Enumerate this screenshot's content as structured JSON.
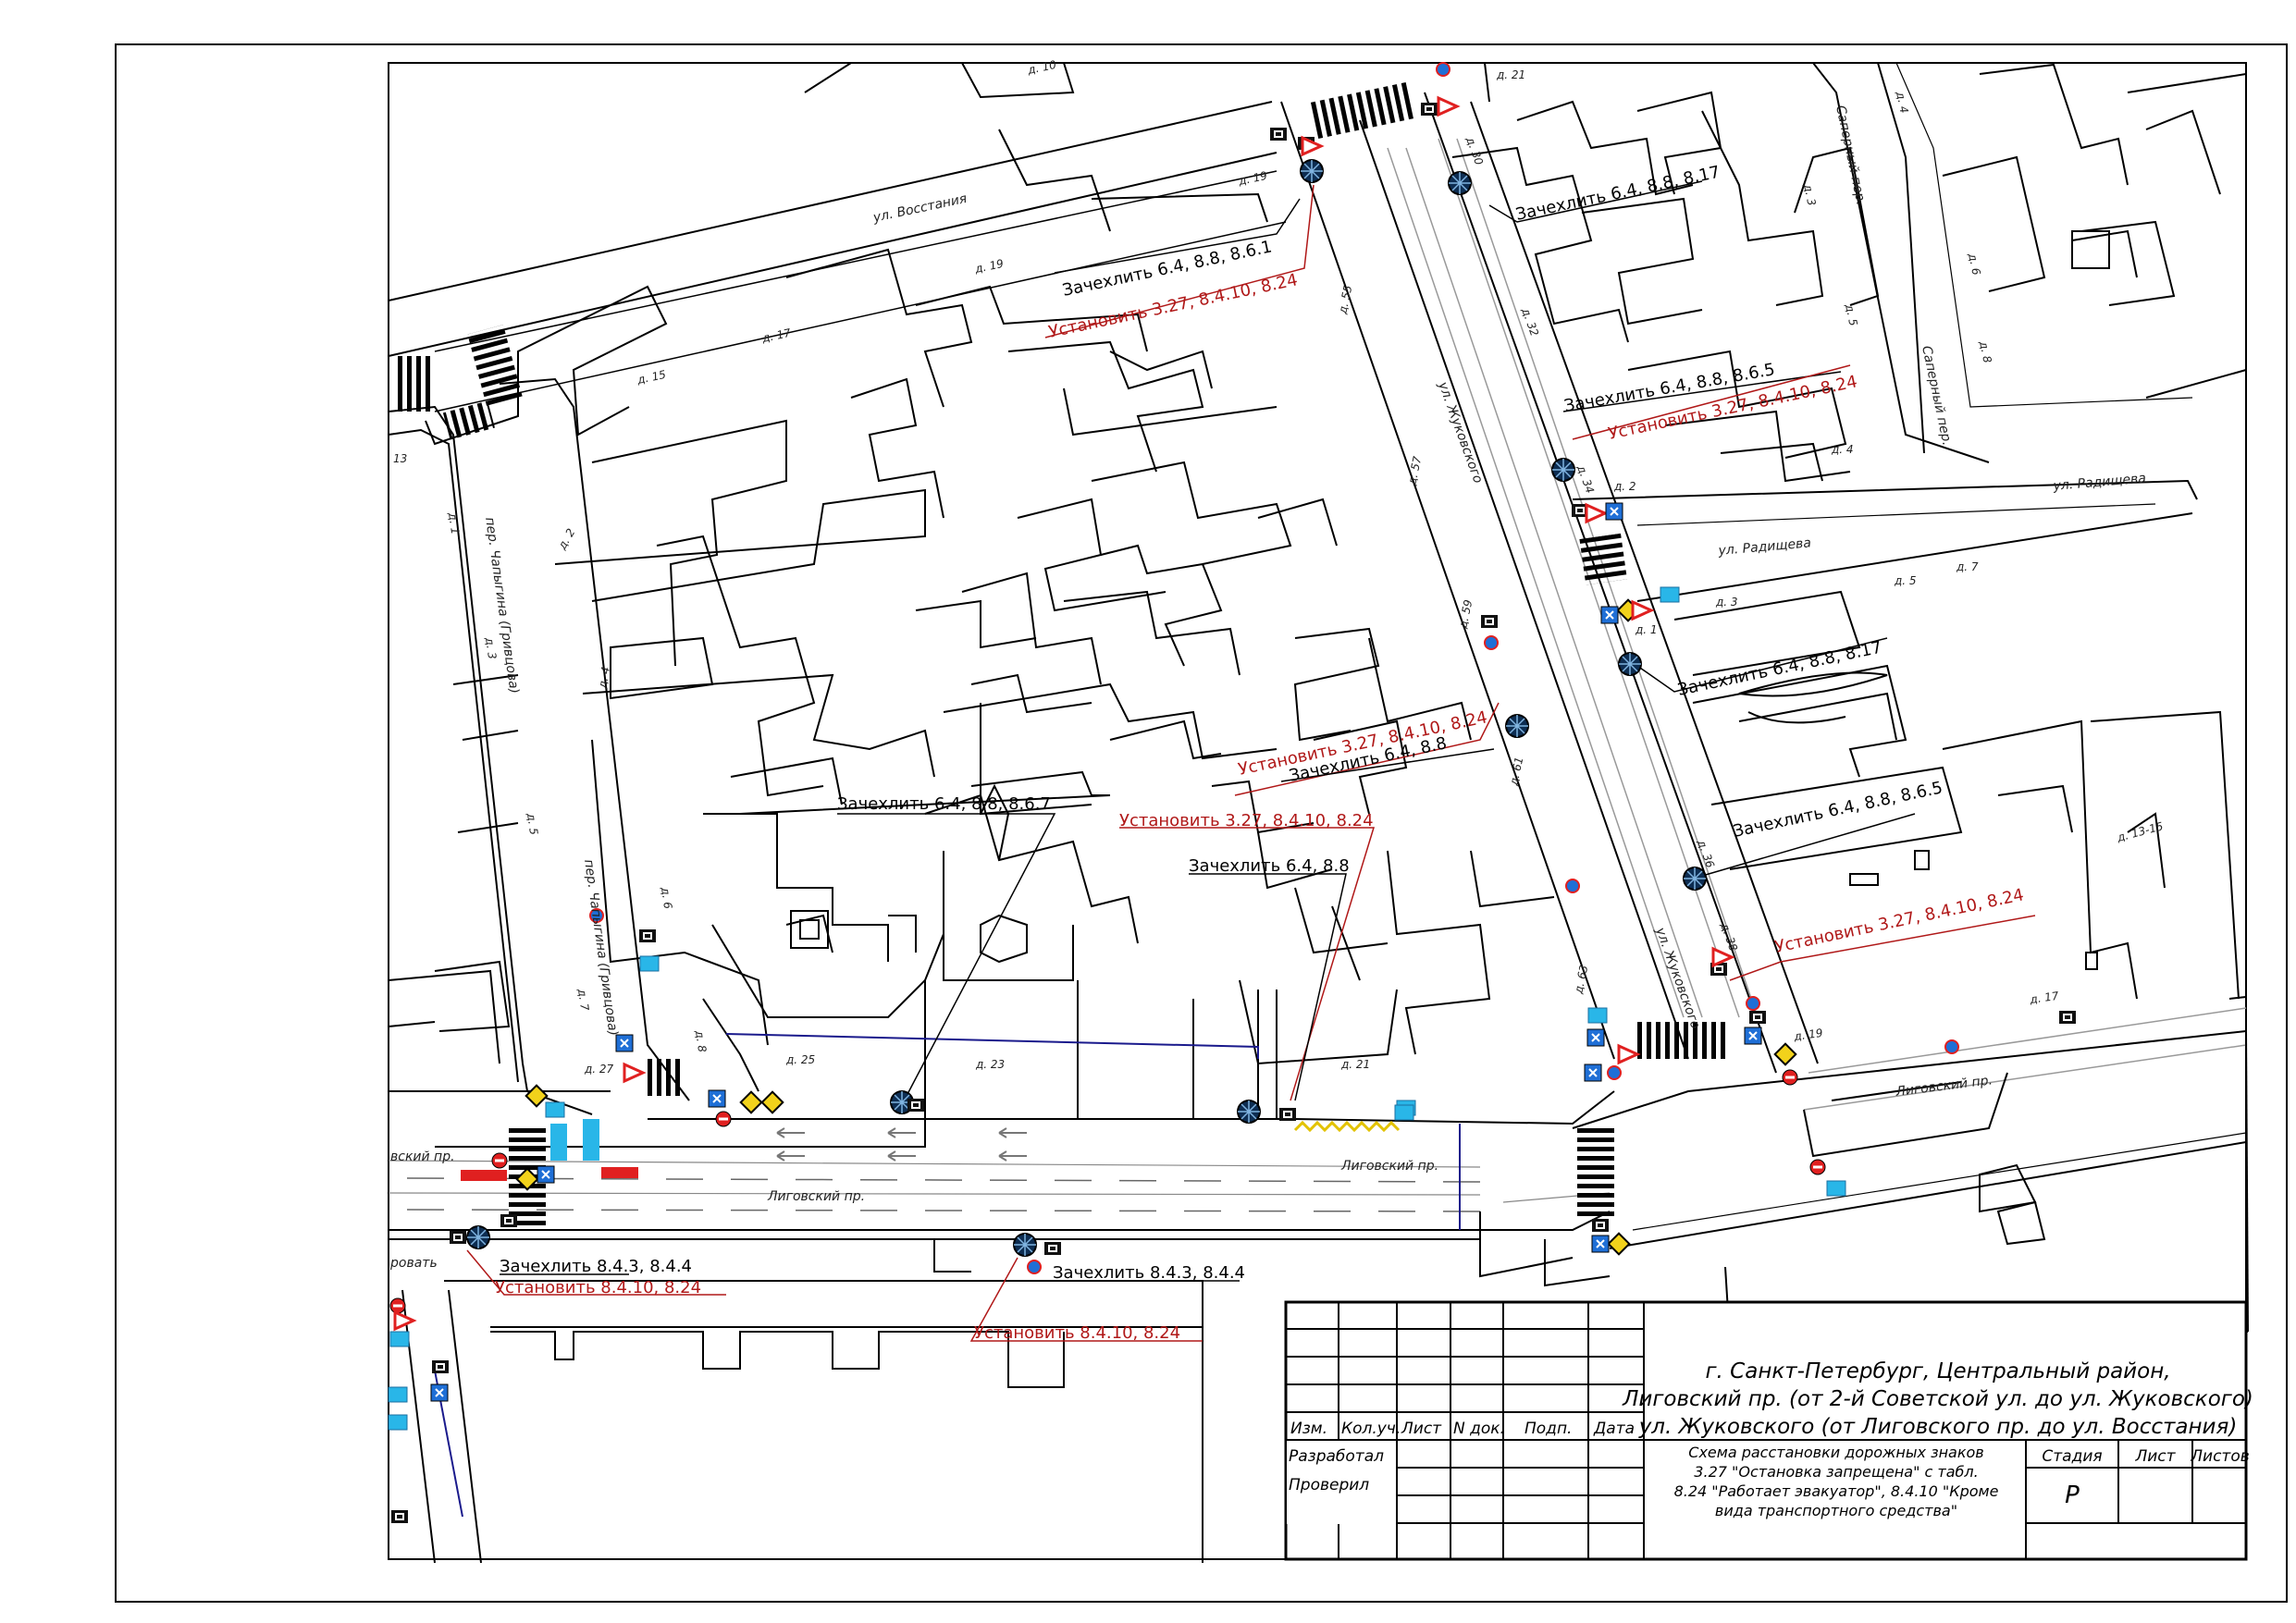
{
  "streets": {
    "vosstaniya": "ул. Восстания",
    "zhukovskogo_1": "ул. Жуковского",
    "zhukovskogo_2": "ул. Жуковского",
    "radishcheva_1": "ул. Радищева",
    "radishcheva_2": "ул. Радищева",
    "ligovsky_1": "Лиговский пр.",
    "ligovsky_2": "Лиговский пр.",
    "ligovsky_3": "Лиговский пр.",
    "ligovsky_4": "вский пр.",
    "chapygina_1": "пер. Чапыгина (Гривцова)",
    "chapygina_2": "пер. Чапыгина (Гривцова)",
    "sapyorny_1": "Саперный пер.",
    "sapyorny_2": "Саперный пер.",
    "sovetskaya_frag": "ровать"
  },
  "houses": {
    "h_10": "д. 10",
    "h_21a": "д. 21",
    "h_19a": "д. 19",
    "h_19b": "д. 19",
    "h_17": "д. 17",
    "h_15": "д. 15",
    "h_13": "13",
    "h_1": "д. 1",
    "h_2a": "д. 2",
    "h_3a": "д. 3",
    "h_4a": "д. 4",
    "h_5a": "д. 5",
    "h_7a": "д. 7",
    "h_55": "д. 55",
    "h_57": "д. 57",
    "h_59": "д. 59",
    "h_61": "д. 61",
    "h_63": "д. 63",
    "h_30": "д. 30",
    "h_32": "д. 32",
    "h_34": "д. 34",
    "h_36": "д. 36",
    "h_38": "д. 38",
    "h_4b": "д. 4",
    "h_3b": "д. 3",
    "h_5b": "д. 5",
    "h_4c": "д. 4",
    "h_6a": "д. 6",
    "h_8a": "д. 8",
    "h_2b": "д. 2",
    "h_3c": "д. 3",
    "h_5c": "д. 5",
    "h_7b": "д. 7",
    "h_1b": "д. 1",
    "h_13_15": "д. 13-15",
    "h_17b": "д. 17",
    "h_19c": "д. 19",
    "h_27": "д. 27",
    "h_25": "д. 25",
    "h_23": "д. 23",
    "h_21b": "д. 21",
    "h_6b": "д. 6",
    "h_8b": "д. 8"
  },
  "notes": {
    "n1_cover": "Зачехлить 6.4, 8.8, 8.6.1",
    "n1_install": "Установить 3.27, 8.4.10, 8.24",
    "n2_cover": "Зачехлить 6.4, 8.8, 8.17",
    "n3_cover": "Зачехлить 6.4, 8.8, 8.6.5",
    "n3_install": "Установить 3.27, 8.4.10, 8.24",
    "n4_cover": "Зачехлить 6.4, 8.8, 8.17",
    "n5_install": "Установить 3.27, 8.4.10, 8.24",
    "n5_cover": "Зачехлить 6.4, 8.8",
    "n6_cover": "Зачехлить 6.4, 8.8, 8.6.5",
    "n6_install": "Установить 3.27, 8.4.10, 8.24",
    "n7_cover": "Зачехлить 6.4, 8.8, 8.6.7",
    "n7_install": "Установить 3.27, 8.4.10, 8.24",
    "n8_cover": "Зачехлить 6.4, 8.8",
    "n9_cover": "Зачехлить 8.4.3, 8.4.4",
    "n9_install": "Установить 8.4.10, 8.24",
    "n10_cover": "Зачехлить 8.4.3, 8.4.4",
    "n10_install": "Установить 8.4.10, 8.24"
  },
  "title_block": {
    "headers": [
      "Изм.",
      "Кол.уч.",
      "Лист",
      "N док.",
      "Подп.",
      "Дата"
    ],
    "developed": "Разработал",
    "checked": "Проверил",
    "title_line1": "г. Санкт-Петербург,  Центральный район,",
    "title_line2": "Лиговский пр. (от 2-й Советской ул. до ул. Жуковского)",
    "title_line3": "ул. Жуковского (от Лиговского пр. до ул. Восстания)",
    "desc_line1": "Схема расстановки дорожных знаков",
    "desc_line2": "3.27 \"Остановка запрещена\" с табл.",
    "desc_line3": "8.24 \"Работает эвакуатор\", 8.4.10 \"Кроме",
    "desc_line4": "вида транспортного средства\"",
    "stage_label": "Стадия",
    "sheet_label": "Лист",
    "sheets_label": "Листов",
    "stage_value": "Р"
  },
  "colors": {
    "lines": "#000000",
    "red_note": "#b01818",
    "sign_blue": "#1f6fd6",
    "sign_cyan": "#29b6e8",
    "sign_yellow": "#f2d21b",
    "sign_red": "#e02020",
    "zone_blue": "#1a1a8c"
  },
  "icons": {
    "sign_cluster": "traffic-sign-icon",
    "traffic_light": "traffic-light-icon",
    "crosswalk": "crosswalk-stripes"
  }
}
